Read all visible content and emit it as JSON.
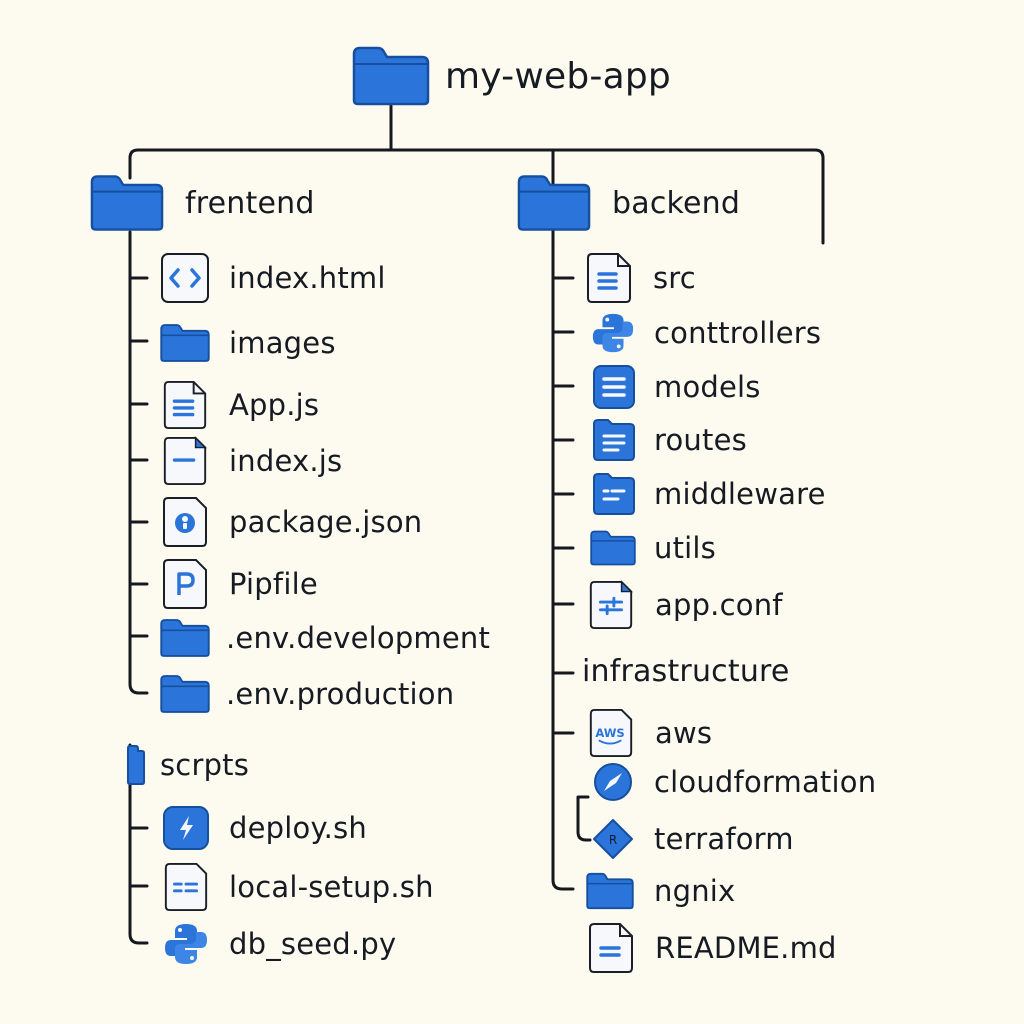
{
  "colors": {
    "folder": "#2b74d9",
    "folder_dark": "#164f9e",
    "line": "#15191f",
    "paper": "#f6f8fc",
    "background": "#fdfbf0"
  },
  "root": {
    "label": "my-web-app",
    "icon": "folder-icon"
  },
  "frontend": {
    "label": "frentend",
    "icon": "folder-icon",
    "items": [
      {
        "label": "index.html",
        "icon": "code-file-icon"
      },
      {
        "label": "images",
        "icon": "folder-icon"
      },
      {
        "label": "App.js",
        "icon": "text-file-icon"
      },
      {
        "label": "index.js",
        "icon": "text-file-icon"
      },
      {
        "label": "package.json",
        "icon": "package-file-icon"
      },
      {
        "label": "Pipfile",
        "icon": "pipfile-icon"
      },
      {
        "label": ".env.development",
        "icon": "folder-icon"
      },
      {
        "label": ".env.production",
        "icon": "folder-icon"
      }
    ]
  },
  "scripts": {
    "label": "scrpts",
    "icon": "folder-icon",
    "items": [
      {
        "label": "deploy.sh",
        "icon": "bolt-icon"
      },
      {
        "label": "local-setup.sh",
        "icon": "script-file-icon"
      },
      {
        "label": "db_seed.py",
        "icon": "python-icon"
      }
    ]
  },
  "backend": {
    "label": "backend",
    "icon": "folder-icon",
    "items": [
      {
        "label": "src",
        "icon": "text-file-icon"
      },
      {
        "label": "conttrollers",
        "icon": "python-icon"
      },
      {
        "label": "models",
        "icon": "document-icon"
      },
      {
        "label": "routes",
        "icon": "document-folder-icon"
      },
      {
        "label": "middleware",
        "icon": "document-folder-icon"
      },
      {
        "label": "utils",
        "icon": "folder-icon"
      },
      {
        "label": "app.conf",
        "icon": "config-file-icon"
      }
    ]
  },
  "infrastructure": {
    "label": "infrastructure",
    "items": [
      {
        "label": "aws",
        "icon": "aws-icon",
        "badge": "AWS"
      },
      {
        "label": "cloudformation",
        "icon": "compass-icon"
      },
      {
        "label": "terraform",
        "icon": "terraform-icon",
        "badge": "R"
      },
      {
        "label": "ngnix",
        "icon": "folder-icon"
      },
      {
        "label": "README.md",
        "icon": "text-file-icon"
      }
    ]
  }
}
